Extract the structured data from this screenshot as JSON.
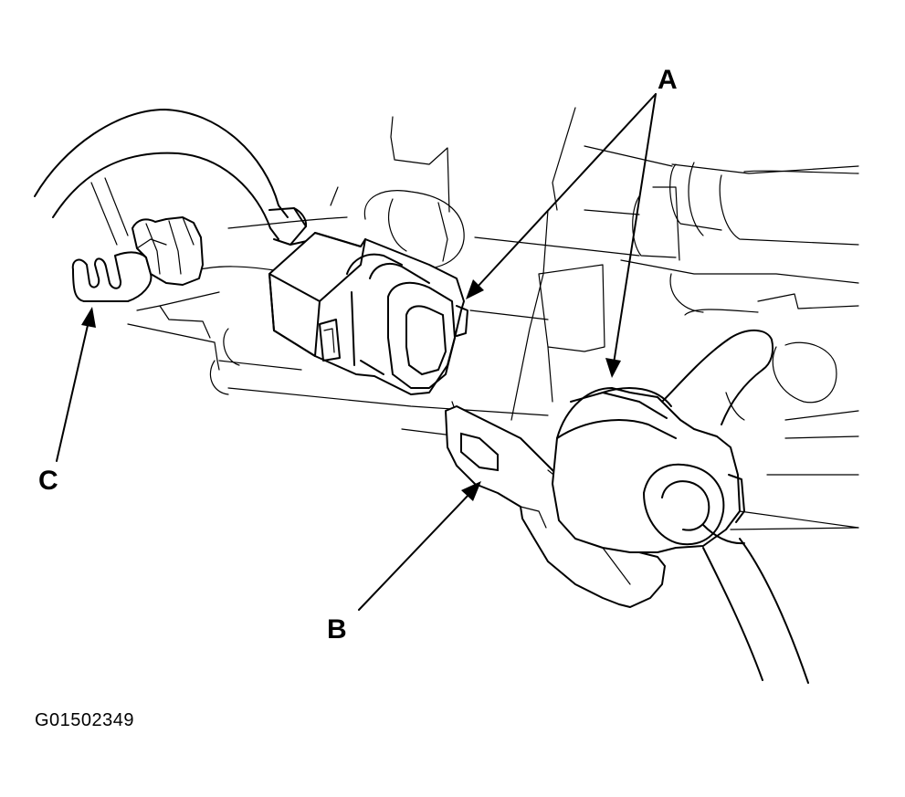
{
  "callouts": {
    "a": "A",
    "b": "B",
    "c": "C"
  },
  "figure_id": "G01502349"
}
